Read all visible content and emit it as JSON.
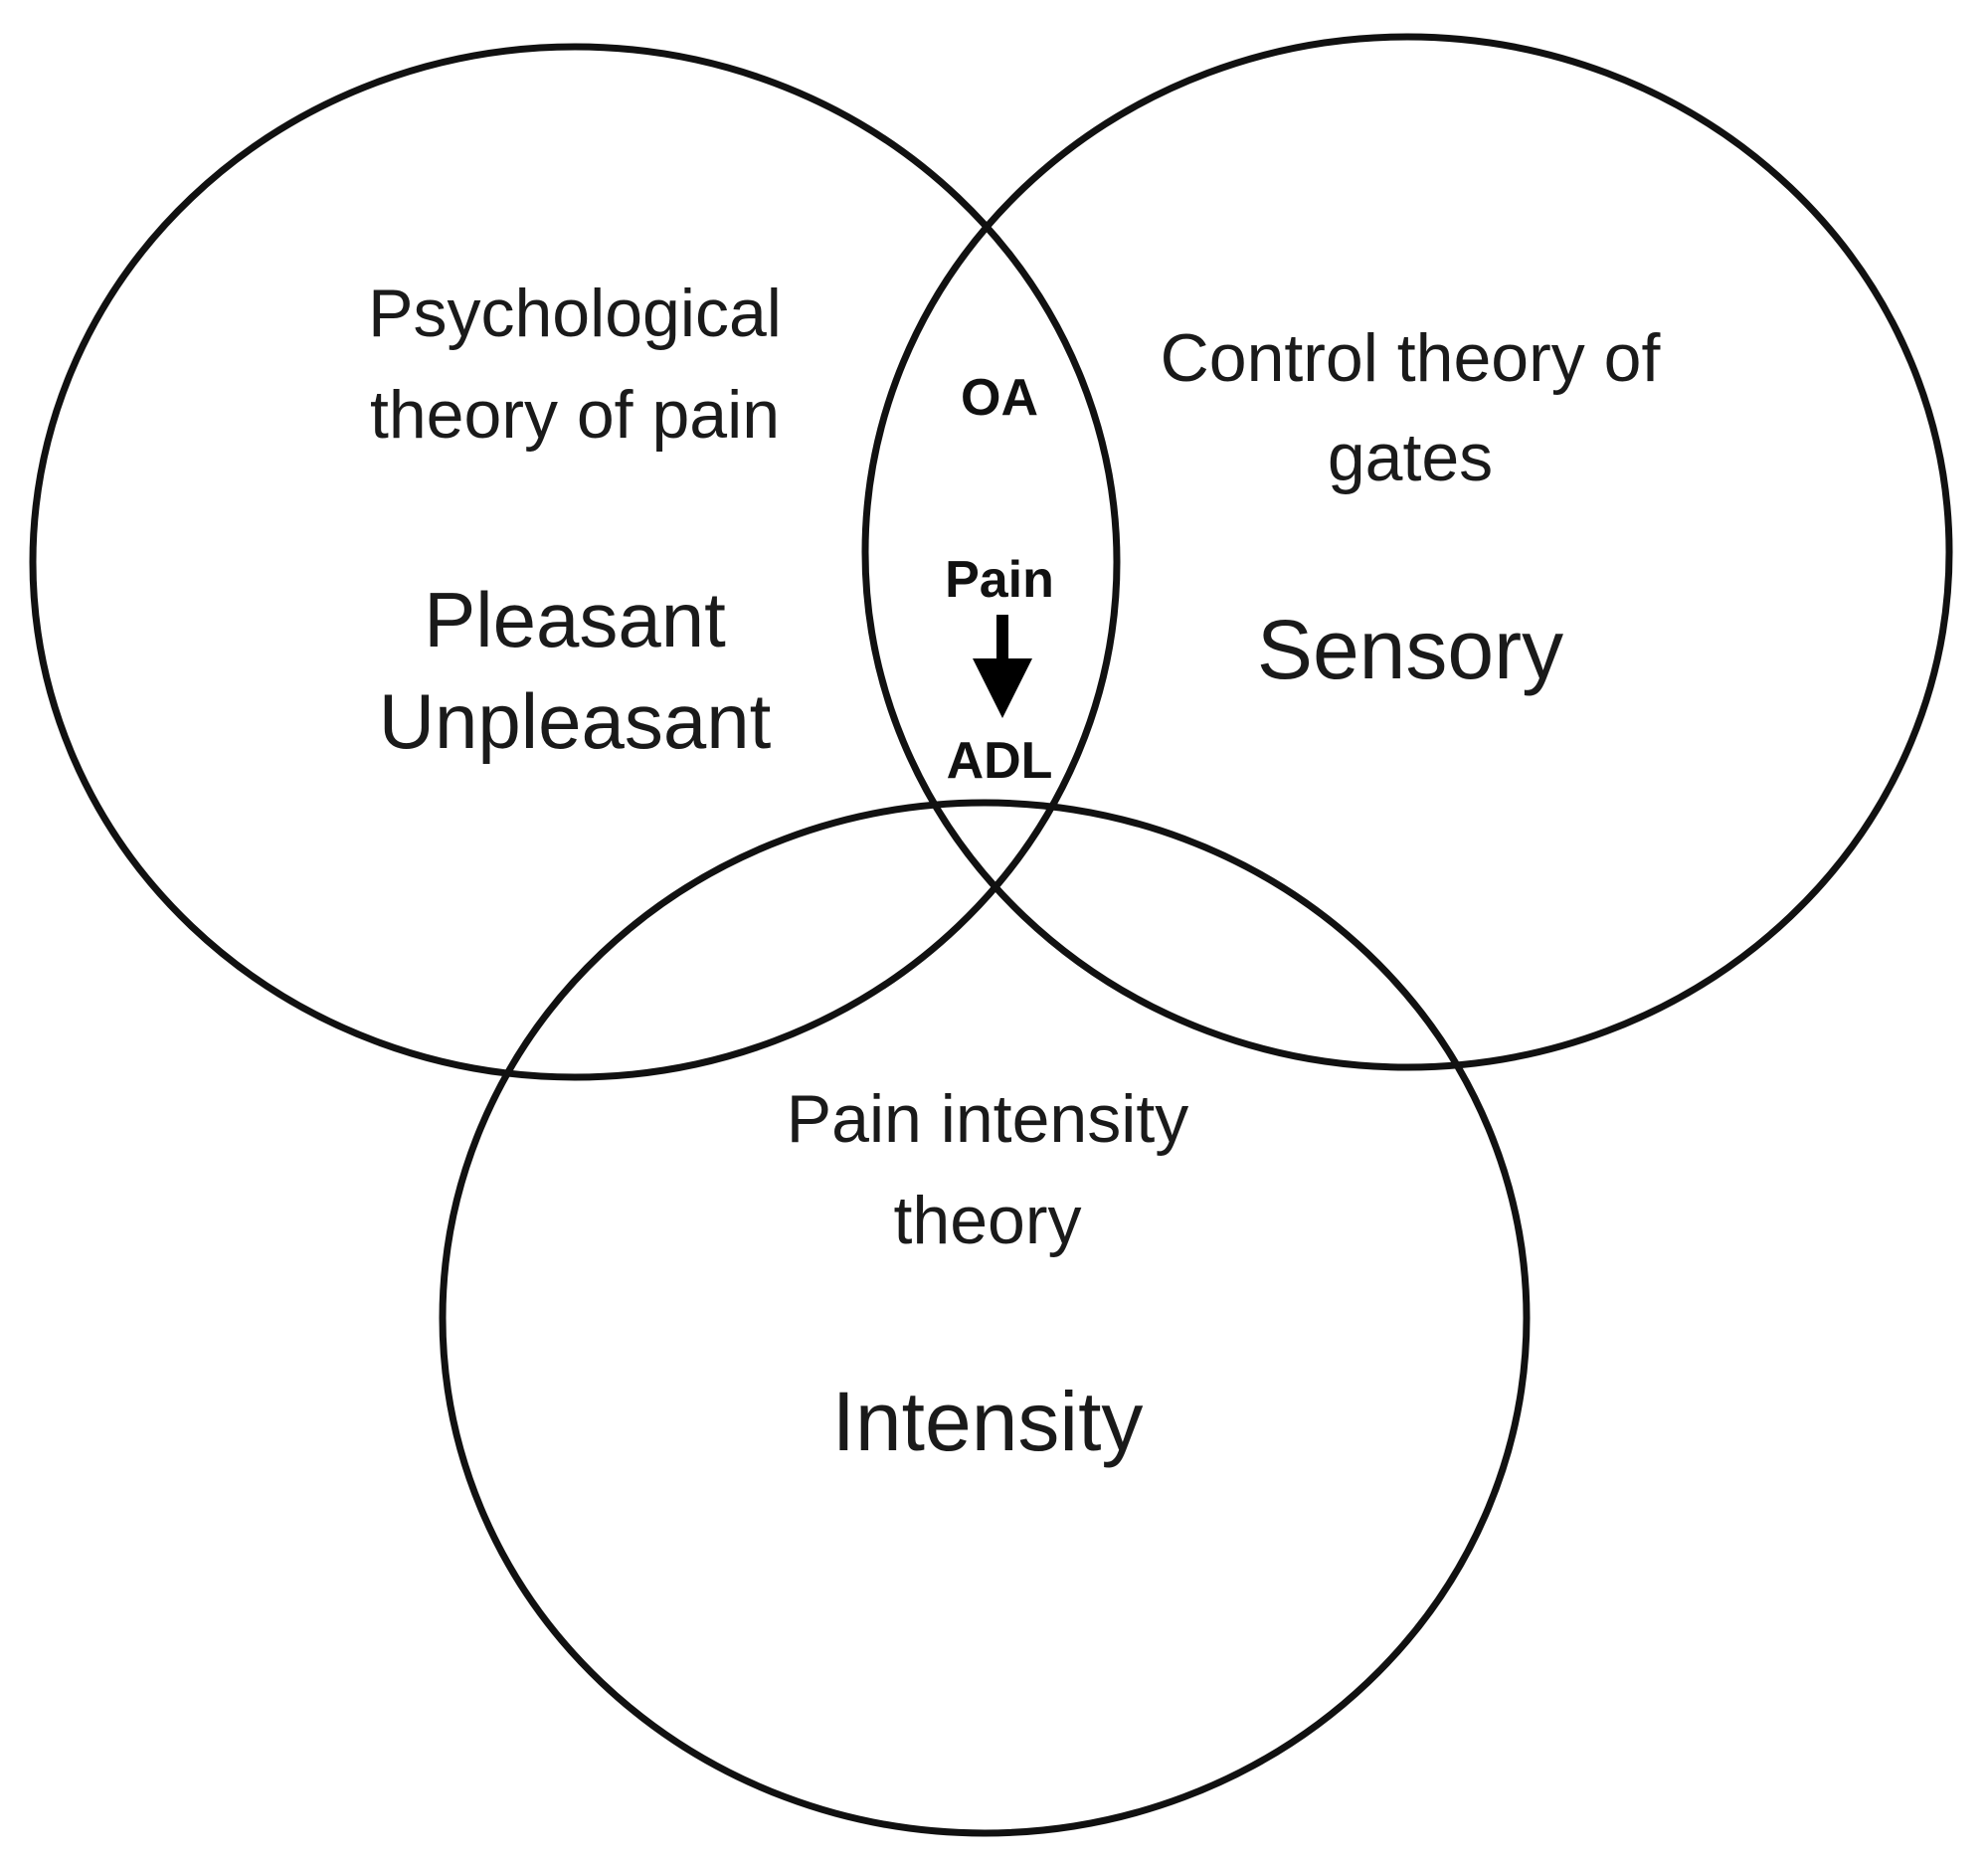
{
  "circles": {
    "psychological": {
      "title_line1": "Psychological",
      "title_line2": "theory of pain",
      "keyword_line1": "Pleasant",
      "keyword_line2": "Unpleasant"
    },
    "gate_control": {
      "title_line1": "Control theory of",
      "title_line2": "gates",
      "keyword": "Sensory"
    },
    "intensity": {
      "title_line1": "Pain intensity",
      "title_line2": "theory",
      "keyword": "Intensity"
    }
  },
  "intersection": {
    "top_label": "OA",
    "middle_label": "Pain",
    "bottom_label": "ADL"
  }
}
